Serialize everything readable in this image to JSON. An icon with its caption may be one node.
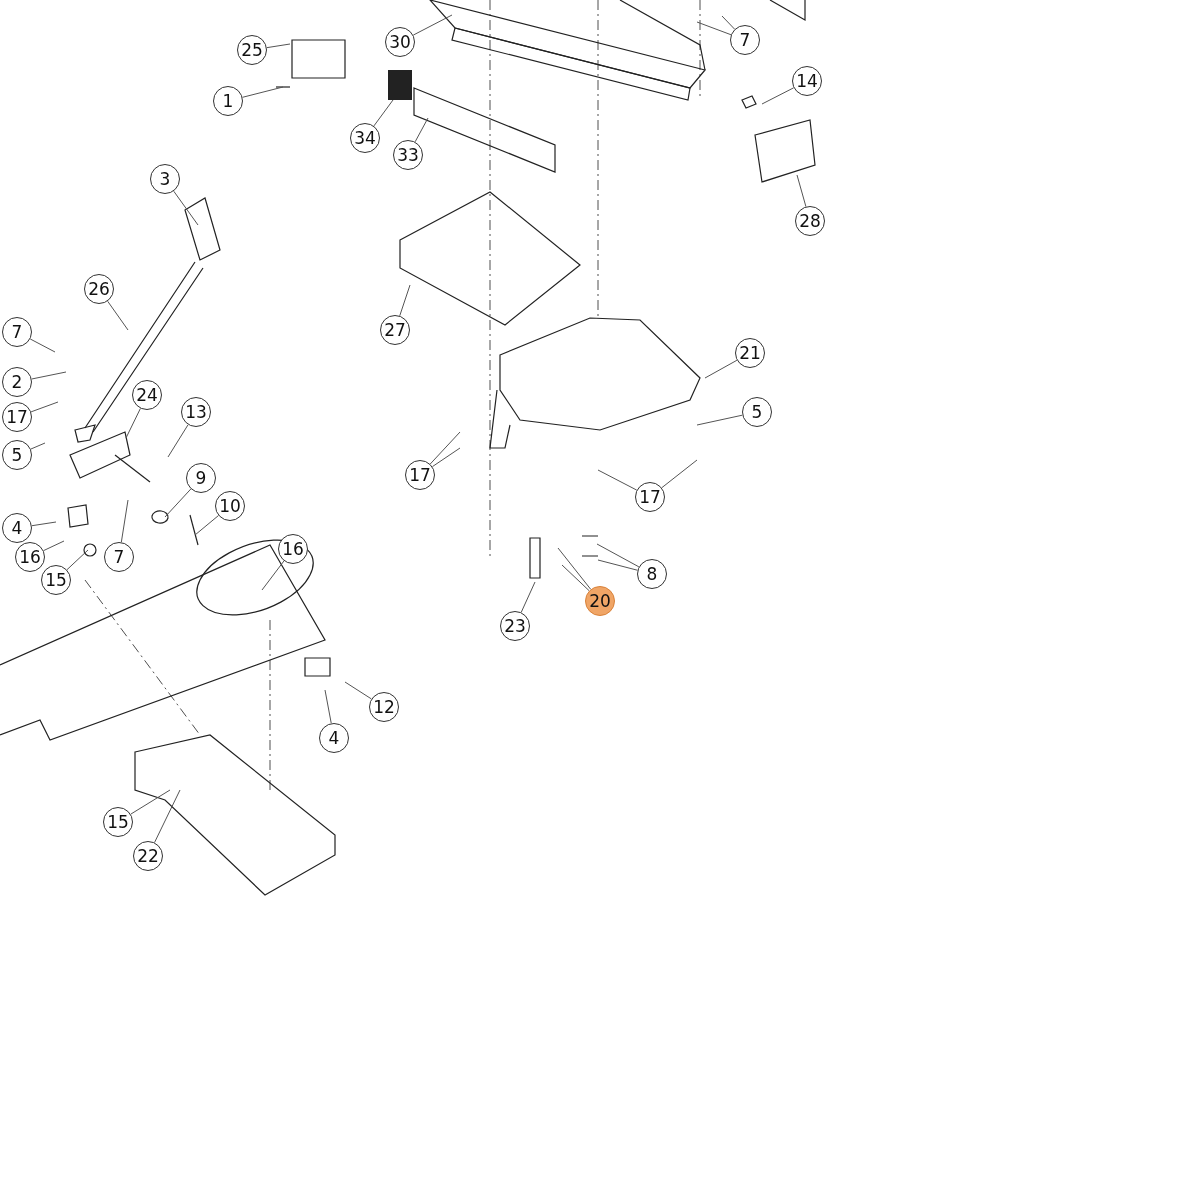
{
  "diagram": {
    "nodes": [
      {
        "text": [
          "25"
        ]
      },
      {
        "text": [
          "30"
        ]
      },
      {
        "text": [
          "7"
        ]
      },
      {
        "text": [
          "1"
        ]
      },
      {
        "text": [
          "34"
        ]
      },
      {
        "text": [
          "33"
        ]
      },
      {
        "text": [
          "14"
        ]
      },
      {
        "text": [
          "28"
        ]
      },
      {
        "text": [
          "3"
        ]
      },
      {
        "text": [
          "26"
        ]
      },
      {
        "text": [
          "27"
        ]
      },
      {
        "text": [
          "21"
        ]
      },
      {
        "text": [
          "7"
        ]
      },
      {
        "text": [
          "2"
        ]
      },
      {
        "text": [
          "17"
        ]
      },
      {
        "text": [
          "5"
        ]
      },
      {
        "text": [
          "24"
        ]
      },
      {
        "text": [
          "13"
        ]
      },
      {
        "text": [
          "5"
        ]
      },
      {
        "text": [
          "17"
        ]
      },
      {
        "text": [
          "17"
        ]
      },
      {
        "text": [
          "9"
        ]
      },
      {
        "text": [
          "10"
        ]
      },
      {
        "text": [
          "4"
        ]
      },
      {
        "text": [
          "16"
        ]
      },
      {
        "text": [
          "15"
        ]
      },
      {
        "text": [
          "7"
        ]
      },
      {
        "text": [
          "16"
        ]
      },
      {
        "text": [
          "8"
        ]
      },
      {
        "text": [
          "20"
        ]
      },
      {
        "text": [
          "23"
        ]
      },
      {
        "text": [
          "12"
        ]
      },
      {
        "text": [
          "4"
        ]
      },
      {
        "text": [
          "15"
        ]
      },
      {
        "text": [
          "22"
        ]
      }
    ],
    "edges": [
      {
        "from": 0,
        "to": null,
        "arrow": "none"
      },
      {
        "from": 1,
        "to": null,
        "arrow": "none"
      },
      {
        "from": 2,
        "to": null,
        "arrow": "none"
      },
      {
        "from": 2,
        "to": null,
        "arrow": "none"
      },
      {
        "from": 3,
        "to": null,
        "arrow": "none"
      },
      {
        "from": 4,
        "to": null,
        "arrow": "none"
      },
      {
        "from": 5,
        "to": null,
        "arrow": "none"
      },
      {
        "from": 6,
        "to": null,
        "arrow": "none"
      },
      {
        "from": 7,
        "to": null,
        "arrow": "none"
      },
      {
        "from": 8,
        "to": null,
        "arrow": "none"
      },
      {
        "from": 9,
        "to": null,
        "arrow": "none"
      },
      {
        "from": 10,
        "to": null,
        "arrow": "none"
      },
      {
        "from": 11,
        "to": null,
        "arrow": "none"
      },
      {
        "from": 12,
        "to": null,
        "arrow": "none"
      },
      {
        "from": 13,
        "to": null,
        "arrow": "none"
      },
      {
        "from": 14,
        "to": null,
        "arrow": "none"
      },
      {
        "from": 15,
        "to": null,
        "arrow": "none"
      },
      {
        "from": 16,
        "to": null,
        "arrow": "none"
      },
      {
        "from": 17,
        "to": null,
        "arrow": "none"
      },
      {
        "from": 18,
        "to": null,
        "arrow": "none"
      },
      {
        "from": 19,
        "to": null,
        "arrow": "none"
      },
      {
        "from": 19,
        "to": null,
        "arrow": "none"
      },
      {
        "from": 20,
        "to": null,
        "arrow": "none"
      },
      {
        "from": 20,
        "to": null,
        "arrow": "none"
      },
      {
        "from": 21,
        "to": null,
        "arrow": "none"
      },
      {
        "from": 22,
        "to": null,
        "arrow": "none"
      },
      {
        "from": 23,
        "to": null,
        "arrow": "none"
      },
      {
        "from": 24,
        "to": null,
        "arrow": "none"
      },
      {
        "from": 25,
        "to": null,
        "arrow": "none"
      },
      {
        "from": 26,
        "to": null,
        "arrow": "none"
      },
      {
        "from": 27,
        "to": null,
        "arrow": "none"
      },
      {
        "from": 28,
        "to": null,
        "arrow": "none"
      },
      {
        "from": 28,
        "to": null,
        "arrow": "none"
      },
      {
        "from": 29,
        "to": null,
        "arrow": "none"
      },
      {
        "from": 29,
        "to": null,
        "arrow": "none"
      },
      {
        "from": 30,
        "to": null,
        "arrow": "none"
      },
      {
        "from": 31,
        "to": null,
        "arrow": "none"
      },
      {
        "from": 32,
        "to": null,
        "arrow": "none"
      },
      {
        "from": 33,
        "to": null,
        "arrow": "none"
      },
      {
        "from": 34,
        "to": null,
        "arrow": "none"
      }
    ]
  }
}
